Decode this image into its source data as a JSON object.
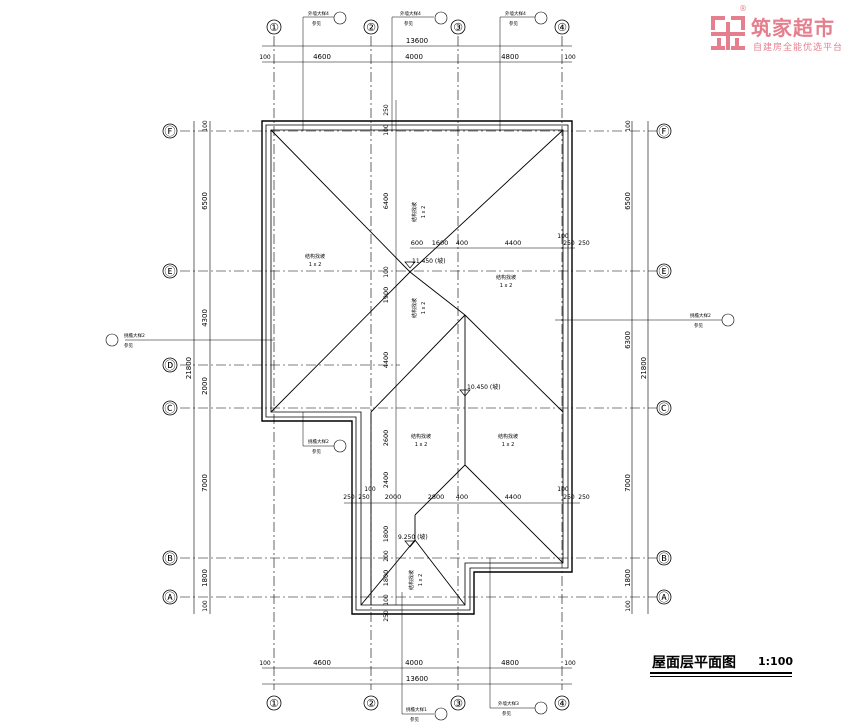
{
  "brand": {
    "name": "筑家超市",
    "slogan": "自建房全能优选平台",
    "reg_mark": "®",
    "accent_color": "#e57f8e"
  },
  "drawing": {
    "title": "屋面层平面图",
    "scale": "1:100"
  },
  "axes": {
    "x": [
      "①",
      "②",
      "③",
      "④"
    ],
    "y": [
      "Ⓕ",
      "Ⓔ",
      "Ⓓ",
      "Ⓒ",
      "Ⓑ",
      "Ⓐ"
    ]
  },
  "dims": {
    "top_total": "13600",
    "top_segments": [
      "4600",
      "4000",
      "4800"
    ],
    "edge_100": "100",
    "left_segments": [
      "6500",
      "4300",
      "2000",
      "7000",
      "1800"
    ],
    "right_total": "21800",
    "right_segments": [
      "6500",
      "6300",
      "7000",
      "1800"
    ],
    "left_total": "21800",
    "inner_250": "250",
    "inner_a": [
      "600",
      "1600",
      "400",
      "4400",
      "100",
      "250"
    ],
    "inner_b": [
      "250",
      "250",
      "2000",
      "2800",
      "400",
      "4400",
      "100",
      "250"
    ],
    "inner_v": [
      "6400",
      "1900",
      "4400",
      "2600",
      "2400",
      "1800",
      "200",
      "1800",
      "100",
      "250"
    ]
  },
  "elevations": {
    "ridge_top": "11.450 (坡)",
    "ridge_mid": "10.450 (坡)",
    "ridge_low": "9.250 (坡)"
  },
  "slopes": {
    "label": "结构找坡",
    "ratio": "1 x 2"
  },
  "callouts": {
    "top1": "外墙大样4",
    "top2": "外墙大样4",
    "top3": "外墙大样4",
    "side": "挑檐大样2",
    "ref": "参见",
    "bottom1": "挑檐大样1",
    "bottom2": "外墙大样3"
  }
}
